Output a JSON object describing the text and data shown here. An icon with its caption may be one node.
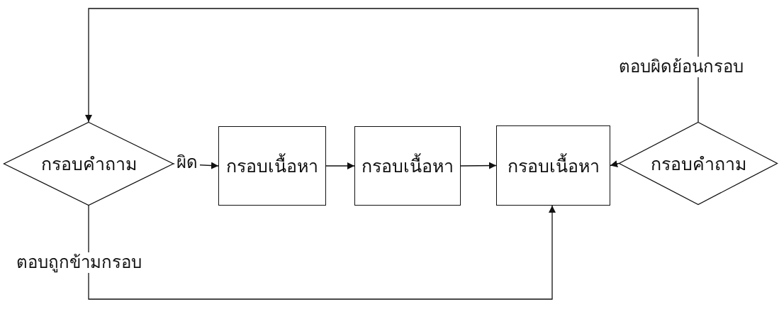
{
  "diagram": {
    "nodes": [
      {
        "text": [
          "กรอบคำถาม"
        ]
      },
      {
        "text": [
          "กรอบเนื้อหา"
        ]
      },
      {
        "text": [
          "กรอบเนื้อหา"
        ]
      },
      {
        "text": [
          "กรอบเนื้อหา"
        ]
      },
      {
        "text": [
          "กรอบคำถาม"
        ]
      }
    ],
    "edges": [
      {
        "from": 0,
        "to": 1,
        "arrow": "to",
        "label": "ผิด"
      },
      {
        "from": 1,
        "to": 2,
        "arrow": "to"
      },
      {
        "from": 2,
        "to": 3,
        "arrow": "to"
      },
      {
        "from": 4,
        "to": 3,
        "arrow": "to"
      },
      {
        "from": 4,
        "to": 0,
        "arrow": "to",
        "label": "ตอบผิดย้อนกรอบ"
      },
      {
        "from": 0,
        "to": 3,
        "arrow": "to",
        "label": "ตอบถูกข้ามกรอบ"
      }
    ]
  }
}
